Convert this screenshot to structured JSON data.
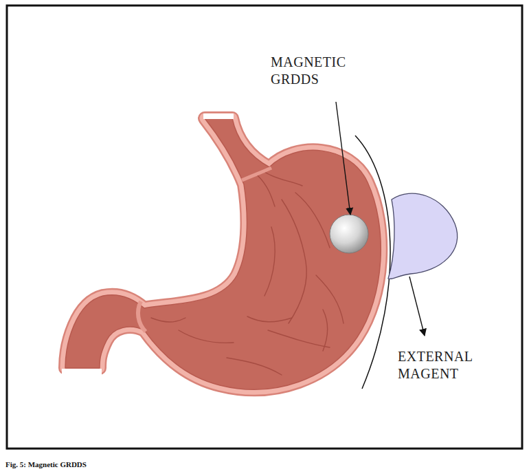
{
  "diagram": {
    "caption": "Fig. 5: Magnetic GRDDS",
    "labels": [
      "MAGNETIC GRDDS",
      "EXTERNAL MAGENT"
    ]
  }
}
